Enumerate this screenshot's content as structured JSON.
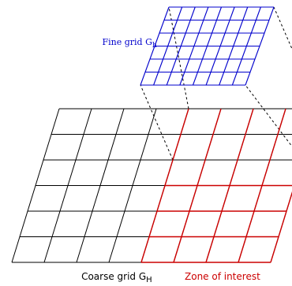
{
  "labels": {
    "fine_main": "Fine grid G",
    "fine_sub": "h",
    "coarse_main": "Coarse grid G",
    "coarse_sub": "H",
    "zone": "Zone of interest"
  },
  "grids": {
    "coarse": {
      "columns": 8,
      "rows": 6
    },
    "fine": {
      "columns": 8,
      "rows": 6
    },
    "zone": {
      "first_column": 4,
      "last_column": 8,
      "first_row": 3,
      "last_row": 6
    }
  },
  "colors": {
    "coarse_grid": "#000000",
    "fine_grid": "#0000cc",
    "zone": "#cc0000",
    "projection": "#000000",
    "fine_label": "#0000cc",
    "zone_label": "#cc0000",
    "coarse_label": "#000000"
  }
}
